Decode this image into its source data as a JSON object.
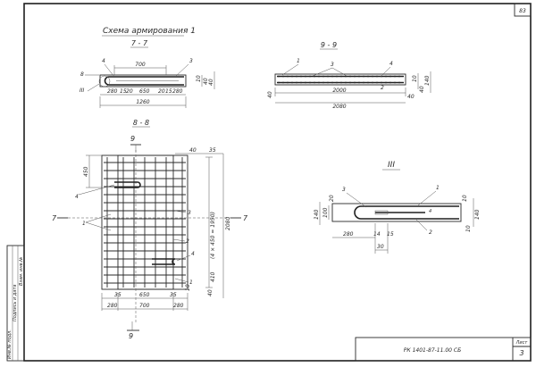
{
  "sheet": {
    "number": "83",
    "main_title": "Схема армирования 1",
    "stamp_code": "РК 1401-87-11.00 СБ",
    "page_label": "Лист",
    "page_number": "3",
    "side_strip": [
      "Инв.№ подл.",
      "Подпись и дата",
      "Взам. инв.№"
    ]
  },
  "views": {
    "section_7": {
      "title": "7 - 7",
      "labels": [
        "4",
        "3",
        "8",
        "III"
      ],
      "dims": [
        "700",
        "280",
        "15",
        "20",
        "650",
        "20",
        "15",
        "280",
        "1260",
        "10",
        "40",
        "40"
      ]
    },
    "section_9": {
      "title": "9 - 9",
      "labels": [
        "1",
        "3",
        "4",
        "2"
      ],
      "dims": [
        "10",
        "140",
        "40",
        "40",
        "2000",
        "40",
        "2080"
      ]
    },
    "section_8": {
      "title": "8 - 8",
      "cut_markers": [
        "9",
        "7",
        "7",
        "9"
      ],
      "labels": [
        "4",
        "1",
        "3",
        "2",
        "4",
        "1"
      ],
      "dims_top": [
        "40",
        "35"
      ],
      "dims_left": [
        "450"
      ],
      "dims_right": [
        "(4 × 450 = 1950)",
        "2080",
        "410"
      ],
      "dims_bottom_1": [
        "35",
        "650",
        "35"
      ],
      "dims_bottom_2": [
        "280",
        "700",
        "280"
      ],
      "dims_side_small": [
        "40",
        "10"
      ]
    },
    "detail_3": {
      "title": "III",
      "labels": [
        "3",
        "1",
        "2",
        "4"
      ],
      "dims": [
        "140",
        "100",
        "20",
        "280",
        "14",
        "15",
        "30",
        "10",
        "140",
        "10"
      ]
    }
  }
}
